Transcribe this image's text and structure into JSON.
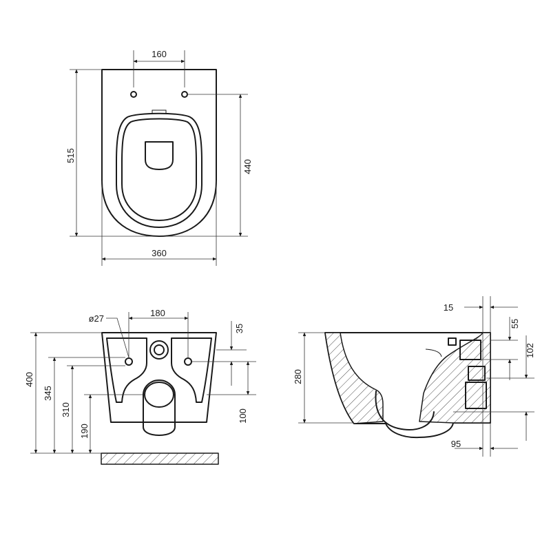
{
  "top_view": {
    "dims": {
      "hole_spacing": "160",
      "total_length": "515",
      "fixing_to_front": "440",
      "width": "360"
    }
  },
  "rear_view": {
    "dims": {
      "hole_diameter": "ø27",
      "fixing_spacing": "180",
      "offset_35": "35",
      "height_400": "400",
      "height_345": "345",
      "height_310": "310",
      "height_190": "190",
      "height_100": "100"
    }
  },
  "side_view": {
    "dims": {
      "wall_gap": "15",
      "top_offset": "55",
      "outlet_spacing": "102",
      "height_280": "280",
      "outlet_depth": "95"
    }
  }
}
